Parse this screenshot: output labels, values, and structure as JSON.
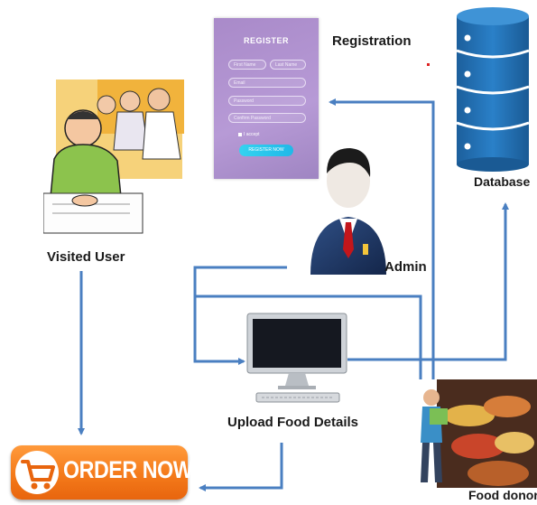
{
  "labels": {
    "registration": "Registration",
    "database": "Database",
    "visited_user": "Visited User",
    "admin": "Admin",
    "upload_food_details": "Upload Food Details",
    "food_donor": "Food donor"
  },
  "register_form": {
    "title": "REGISTER",
    "first_name_placeholder": "First Name",
    "last_name_placeholder": "Last Name",
    "email_placeholder": "Email",
    "password_placeholder": "Password",
    "confirm_password_placeholder": "Confirm Password",
    "accept_text": "I accept",
    "submit_label": "REGISTER NOW"
  },
  "order_button": {
    "label": "ORDER NOW"
  },
  "colors": {
    "arrow": "#4a7fc1",
    "form_bg": "#b197d4",
    "order_orange": "#f47a1a",
    "database_blue": "#1f6fb2"
  }
}
